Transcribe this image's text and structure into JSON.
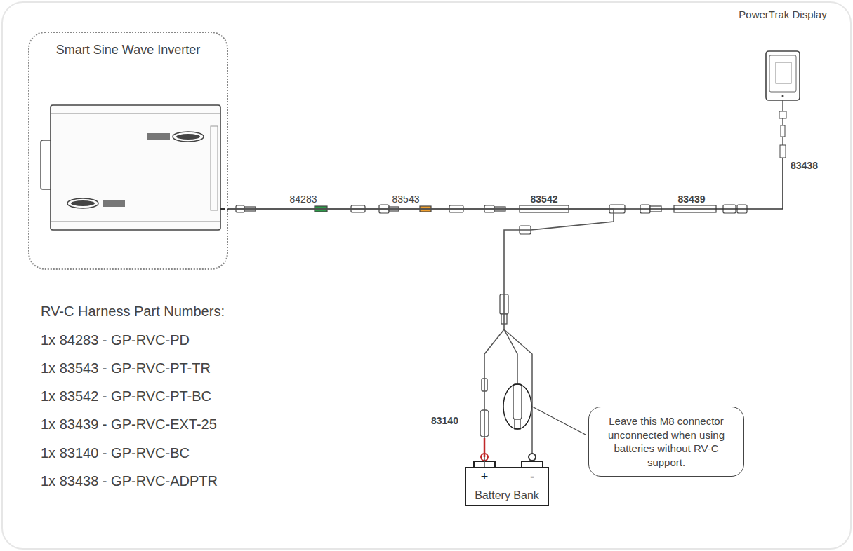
{
  "diagram": {
    "nodes": [
      {
        "text": [
          "Smart Sine Wave Inverter"
        ]
      },
      {
        "text": [
          "PowerTrak Display"
        ]
      },
      {
        "text": [
          "Battery Bank"
        ]
      },
      {
        "text": [
          "Leave this M8 connector unconnected when using batteries without RV-C support."
        ]
      }
    ],
    "edges": [
      {
        "from": 0,
        "to": 1,
        "arrow": "none"
      },
      {
        "from": 0,
        "to": 2,
        "arrow": "none"
      }
    ],
    "labels": [
      "84283",
      "83543",
      "83542",
      "83439",
      "83438",
      "83140",
      "RV-C Harness Part Numbers:",
      "1x 84283 - GP-RVC-PD",
      "1x 83543 - GP-RVC-PT-TR",
      "1x 83542 - GP-RVC-PT-BC",
      "1x 83439 - GP-RVC-EXT-25",
      "1x 83140 - GP-RVC-BC",
      "1x 83438 - GP-RVC-ADPTR",
      "+",
      "-"
    ]
  }
}
